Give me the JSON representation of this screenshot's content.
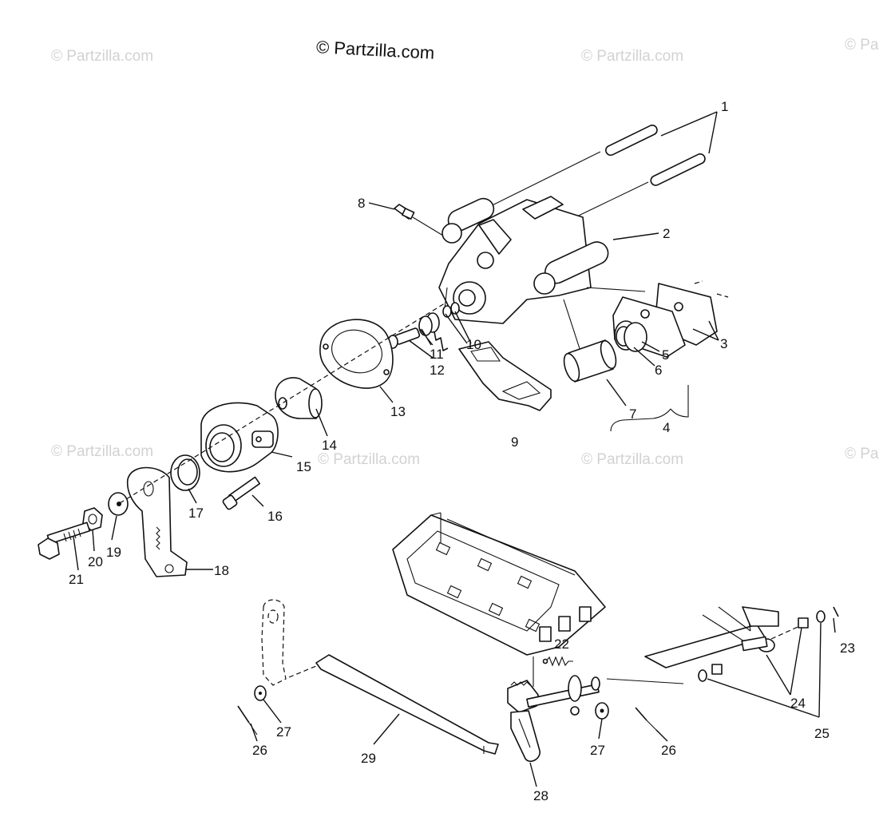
{
  "watermarks": {
    "main": "© Partzilla.com",
    "faint": "© Partzilla.com",
    "faint_edge": "© Pa"
  },
  "callouts": [
    "1",
    "2",
    "3",
    "4",
    "5",
    "6",
    "7",
    "8",
    "9",
    "10",
    "11",
    "12",
    "13",
    "14",
    "15",
    "16",
    "17",
    "18",
    "19",
    "20",
    "21",
    "22",
    "23",
    "24",
    "25",
    "26",
    "27",
    "28",
    "29"
  ]
}
